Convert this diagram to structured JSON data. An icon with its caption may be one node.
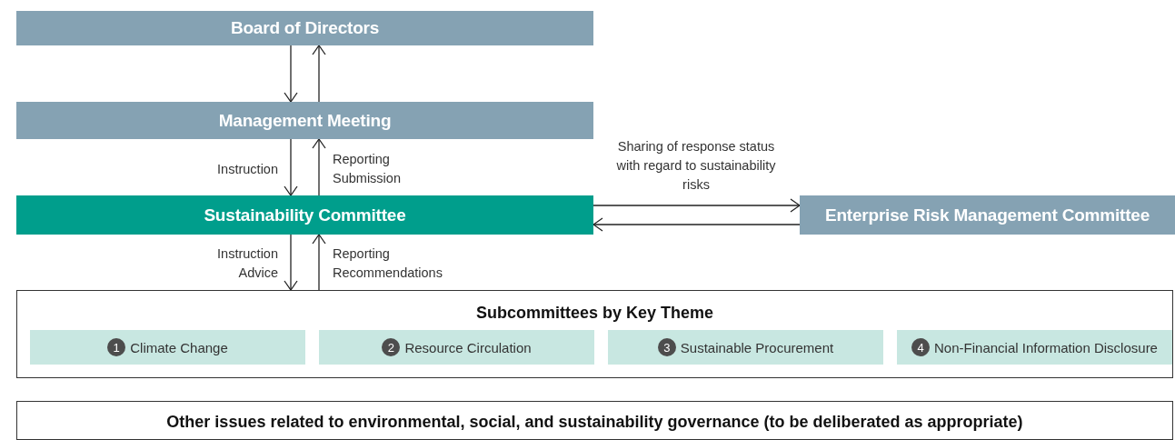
{
  "diagram": {
    "nodes": [
      {
        "text": [
          "Board of Directors"
        ]
      },
      {
        "text": [
          "Management Meeting"
        ]
      },
      {
        "text": [
          "Sustainability Committee"
        ]
      },
      {
        "text": [
          "Enterprise Risk Management Committee"
        ]
      },
      {
        "text": [
          "Subcommittees by Key Theme"
        ]
      },
      {
        "text": [
          "1",
          "Climate Change"
        ],
        "in": 4
      },
      {
        "text": [
          "2",
          "Resource Circulation"
        ],
        "in": 4
      },
      {
        "text": [
          "3",
          "Sustainable Procurement"
        ],
        "in": 4
      },
      {
        "text": [
          "4",
          "Non-Financial Information Disclosure"
        ],
        "in": 4
      },
      {
        "text": [
          "Other issues related to environmental, social, and sustainability governance (to be deliberated as appropriate)"
        ]
      }
    ],
    "edges": [
      {
        "from": 0,
        "to": 1,
        "arrow": "to"
      },
      {
        "from": 1,
        "to": 0,
        "arrow": "to"
      },
      {
        "from": 1,
        "to": 2,
        "arrow": "to",
        "label": "Instruction"
      },
      {
        "from": 2,
        "to": 1,
        "arrow": "to",
        "label": "Reporting Submission"
      },
      {
        "from": 2,
        "to": 4,
        "arrow": "to",
        "label": "Instruction Advice"
      },
      {
        "from": 4,
        "to": 2,
        "arrow": "to",
        "label": "Reporting Recommendations"
      },
      {
        "from": 2,
        "to": 3,
        "arrow": "to",
        "label": "Sharing of response status with regard to sustainability risks"
      },
      {
        "from": 3,
        "to": 2,
        "arrow": "to"
      }
    ]
  }
}
